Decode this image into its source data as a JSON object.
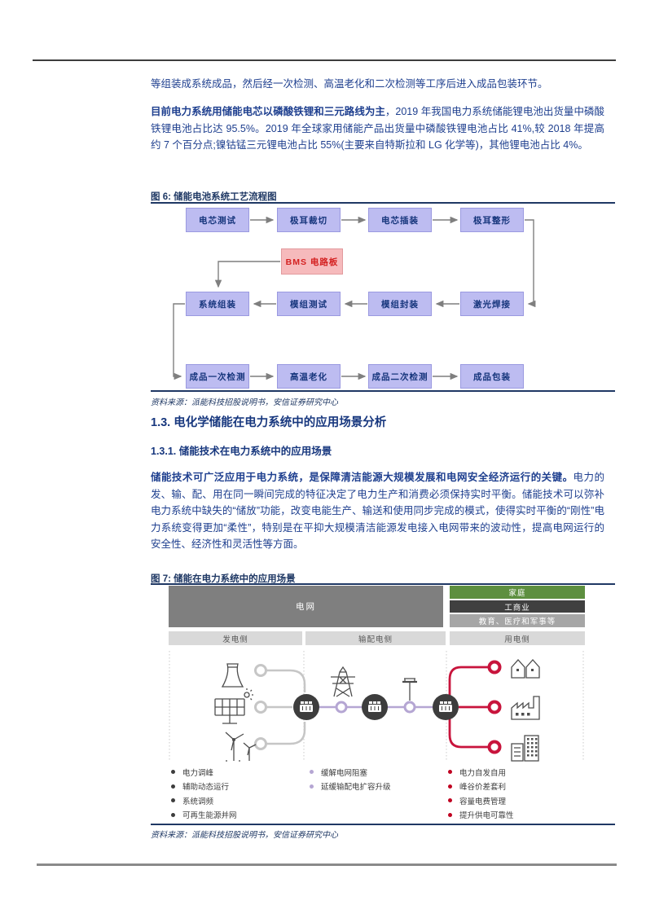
{
  "page": {
    "kind": "research-report-page",
    "language": "zh-CN"
  },
  "colors": {
    "body_text": "#1e3f8f",
    "figure_rule": "#1f3864",
    "flowbox_fill": "#bdbcf1",
    "flowbox_pink": "#f6babc",
    "grid_gray": "#7f7f7f",
    "home_green": "#5d8f3f",
    "industry_dark": "#404040",
    "edu_gray": "#a6a6a6",
    "header_cell_gray": "#d9d9d9",
    "line_gray": "#c6c6c6",
    "line_purple": "#b5a6d3",
    "line_red": "#c8143c",
    "node_dark": "#3d3d3d"
  },
  "paragraphs": {
    "p1": "等组装成系统成品，然后经一次检测、高温老化和二次检测等工序后进入成品包装环节。",
    "p2_bold": "目前电力系统用储能电芯以磷酸铁锂和三元路线为主",
    "p2_rest": "，2019 年我国电力系统储能锂电池出货量中磷酸铁锂电池占比达 95.5%。2019 年全球家用储能产品出货量中磷酸铁锂电池占比 41%,较 2018 年提高约 7 个百分点;镍钴锰三元锂电池占比 55%(主要来自特斯拉和 LG 化学等)，其他锂电池占比 4%。",
    "p3_bold": "储能技术可广泛应用于电力系统，是保障清洁能源大规模发展和电网安全经济运行的关键。",
    "p3_rest": "电力的发、输、配、用在同一瞬间完成的特征决定了电力生产和消费必须保持实时平衡。储能技术可以弥补电力系统中缺失的“储放”功能，改变电能生产、输送和使用同步完成的模式，使得实时平衡的“刚性”电力系统变得更加“柔性”，特别是在平抑大规模清洁能源发电接入电网带来的波动性，提高电网运行的安全性、经济性和灵活性等方面。"
  },
  "headings": {
    "h_1_3": "1.3. 电化学储能在电力系统中的应用场景分析",
    "h_1_3_1": "1.3.1. 储能技术在电力系统中的应用场景"
  },
  "figure6": {
    "title": "图 6: 储能电池系统工艺流程图",
    "row1": [
      "电芯测试",
      "极耳裁切",
      "电芯插装",
      "极耳整形"
    ],
    "bms": "BMS 电路板",
    "row2": [
      "系统组装",
      "模组测试",
      "模组封装",
      "激光焊接"
    ],
    "row3": [
      "成品一次检测",
      "高温老化",
      "成品二次检测",
      "成品包装"
    ],
    "source": "资料来源：派能科技招股说明书，安信证券研究中心"
  },
  "figure7": {
    "title": "图 7: 储能在电力系统中的应用场景",
    "grid_label": "电网",
    "user_groups": [
      "家庭",
      "工商业",
      "教育、医疗和军事等"
    ],
    "column_headers": [
      "发电侧",
      "输配电侧",
      "用电侧"
    ],
    "icons": {
      "generation": [
        "cooling-tower-icon",
        "solar-panel-icon",
        "wind-turbine-icon"
      ],
      "transmission": [
        "transmission-tower-icon",
        "utility-pole-icon"
      ],
      "user": [
        "houses-icon",
        "factory-icon",
        "office-building-icon"
      ],
      "storage": "battery-node-icon"
    },
    "bullets_generation": [
      "电力调峰",
      "辅助动态运行",
      "系统调频",
      "可再生能源并网"
    ],
    "bullets_transmission": [
      "缓解电网阻塞",
      "延缓输配电扩容升级"
    ],
    "bullets_user": [
      "电力自发自用",
      "峰谷价差套利",
      "容量电费管理",
      "提升供电可靠性"
    ],
    "source": "资料来源：派能科技招股说明书，安信证券研究中心"
  }
}
